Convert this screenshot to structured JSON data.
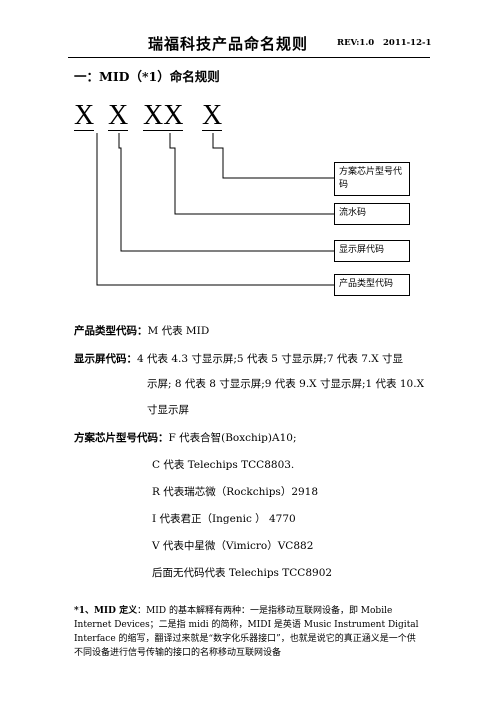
{
  "header": {
    "title": "瑞福科技产品命名规则",
    "rev": "REV:1.0",
    "date": "2011-12-1"
  },
  "section": {
    "title": "一：MID（*1）命名规则"
  },
  "code": {
    "part1": "X",
    "part2": "X",
    "part3": "XX",
    "part4": "X"
  },
  "boxes": {
    "chip": "方案芯片型号代码",
    "serial": "流水码",
    "display": "显示屏代码",
    "type": "产品类型代码"
  },
  "definitions": {
    "type_label": "产品类型代码：",
    "type_value": "M 代表 MID",
    "display_label": "显示屏代码：",
    "display_line1": "4 代表 4.3 寸显示屏;5 代表 5 寸显示屏;7 代表 7.X 寸显",
    "display_line2": "示屏; 8 代表 8 寸显示屏;9 代表 9.X 寸显示屏;1 代表 10.X",
    "display_line3": "寸显示屏",
    "chip_label": "方案芯片型号代码：",
    "chip_items": [
      "F 代表合智(Boxchip)A10;",
      "C 代表 Telechips TCC8803.",
      "R 代表瑞芯微（Rockchips）2918",
      "I  代表君正（Ingenic  ）  4770",
      "V 代表中星微（Vimicro）VC882",
      "后面无代码代表 Telechips TCC8902"
    ]
  },
  "footnote": {
    "marker": "*1、MID 定义",
    "text": "：MID 的基本解释有两种：一是指移动互联网设备，即 Mobile Internet Devices；二是指 midi 的简称，MIDI 是英语 Music Instrument Digital Interface 的缩写，翻译过来就是“数字化乐器接口”，也就是说它的真正涵义是一个供不同设备进行信号传输的接口的名称移动互联网设备"
  }
}
